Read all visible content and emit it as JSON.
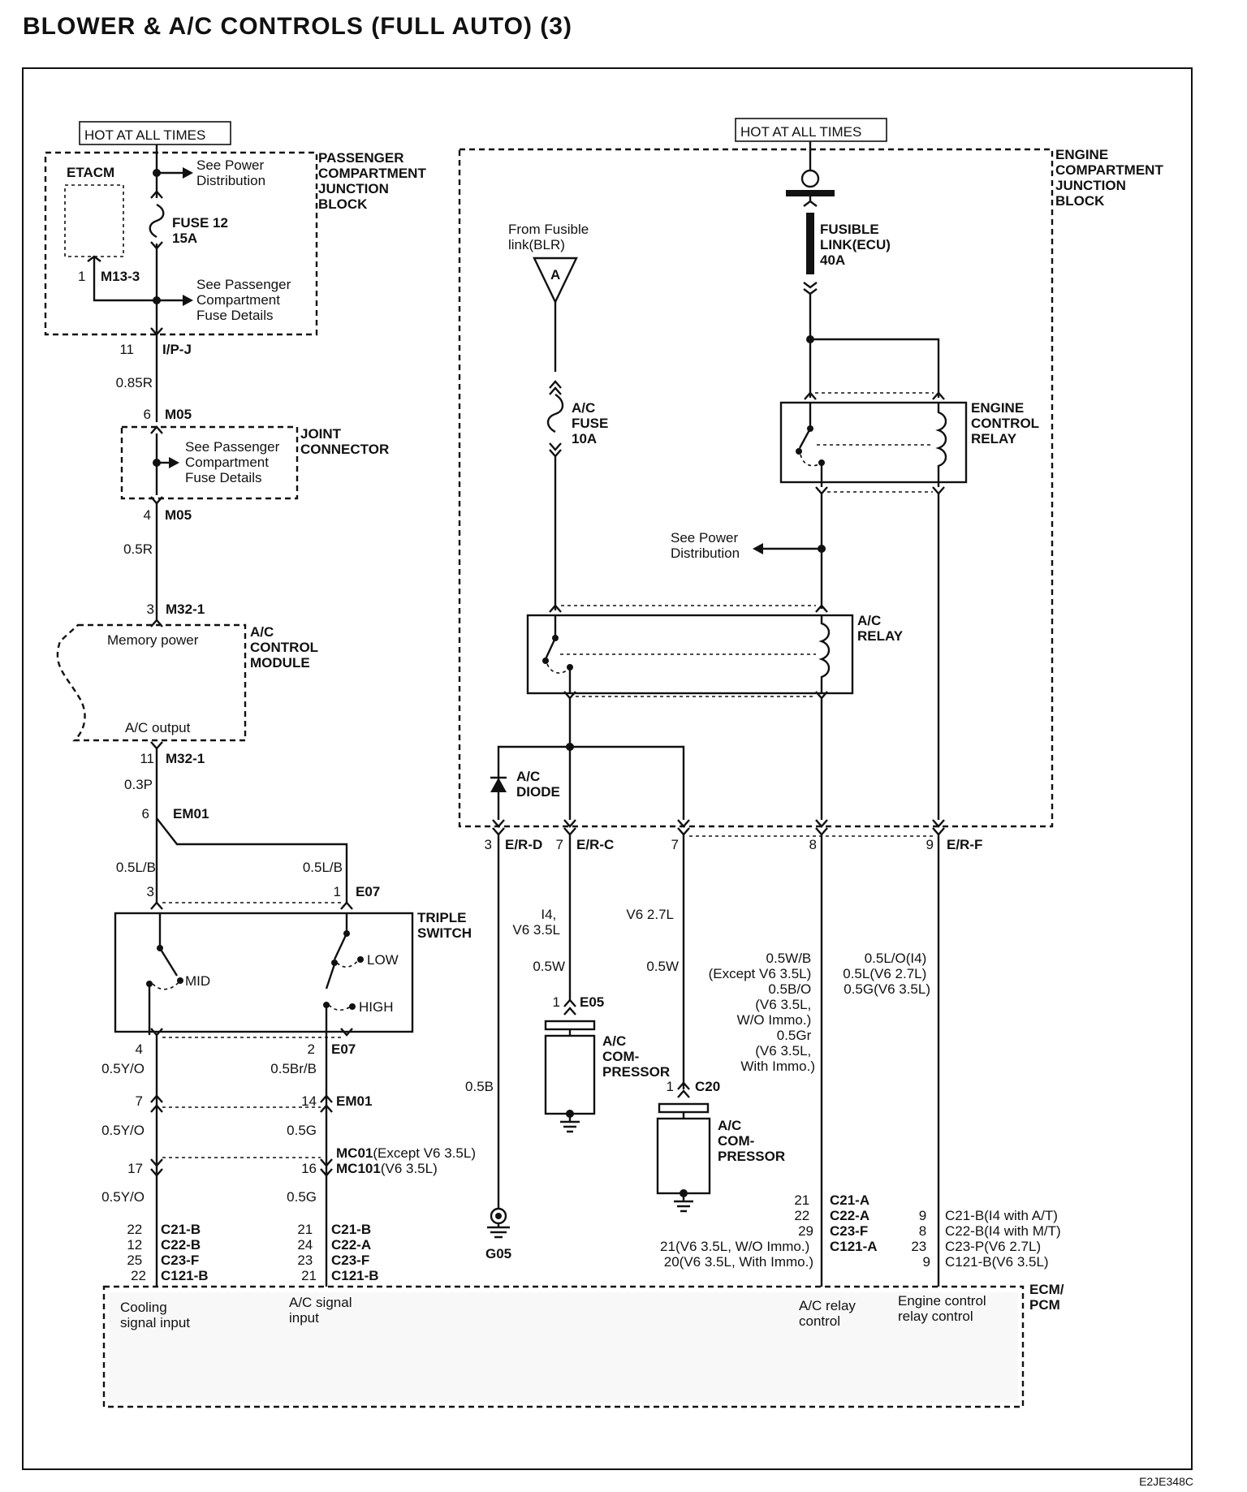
{
  "title": "BLOWER & A/C CONTROLS (FULL AUTO) (3)",
  "code": "E2JE348C",
  "hot_left": "HOT AT ALL TIMES",
  "hot_right": "HOT AT ALL TIMES",
  "pcjb": {
    "name": [
      "PASSENGER",
      "COMPARTMENT",
      "JUNCTION",
      "BLOCK"
    ],
    "etacm": "ETACM",
    "see_power": [
      "See Power",
      "Distribution"
    ],
    "fuse": [
      "FUSE 12",
      "15A"
    ],
    "m133_pin": "1",
    "m133": "M13-3",
    "see_pass": [
      "See Passenger",
      "Compartment",
      "Fuse Details"
    ],
    "ipj_pin": "11",
    "ipj": "I/P-J"
  },
  "left": {
    "w1": "0.85R",
    "m05a_pin": "6",
    "m05a": "M05",
    "joint": [
      "JOINT",
      "CONNECTOR"
    ],
    "joint_see": [
      "See Passenger",
      "Compartment",
      "Fuse Details"
    ],
    "m05b_pin": "4",
    "m05b": "M05",
    "w2": "0.5R",
    "m321a_pin": "3",
    "m321a": "M32-1",
    "acm": [
      "A/C",
      "CONTROL",
      "MODULE"
    ],
    "mem": "Memory power",
    "acout": "A/C output",
    "m321b_pin": "11",
    "m321b": "M32-1",
    "w3": "0.3P",
    "em01_pin": "6",
    "em01": "EM01",
    "w4a": "0.5L/B",
    "w4b": "0.5L/B",
    "ts_p3": "3",
    "ts_p1": "1",
    "e07a": "E07",
    "triple": [
      "TRIPLE",
      "SWITCH"
    ],
    "mid": "MID",
    "low": "LOW",
    "high": "HIGH",
    "ts_p4": "4",
    "ts_p2": "2",
    "e07b": "E07",
    "w5a": "0.5Y/O",
    "w5b": "0.5Br/B",
    "p7": "7",
    "p14": "14",
    "em01b": "EM01",
    "w6a": "0.5Y/O",
    "w6b": "0.5G",
    "mc01": "MC01",
    "mc01_note": "(Except V6 3.5L)",
    "p17": "17",
    "p16": "16",
    "mc101": "MC101",
    "mc101_note": "(V6 3.5L)",
    "w7a": "0.5Y/O",
    "w7b": "0.5G",
    "ecm_l_pins": [
      "22",
      "12",
      "25",
      "22"
    ],
    "ecm_l_conns": [
      "C21-B",
      "C22-B",
      "C23-F",
      "C121-B"
    ],
    "ecm_m_pins": [
      "21",
      "24",
      "23",
      "21"
    ],
    "ecm_m_conns": [
      "C21-B",
      "C22-A",
      "C23-F",
      "C121-B"
    ]
  },
  "engine": {
    "ecjb": [
      "ENGINE",
      "COMPARTMENT",
      "JUNCTION",
      "BLOCK"
    ],
    "from_fusible": [
      "From Fusible",
      "link(BLR)"
    ],
    "tri": "A",
    "fusible": [
      "FUSIBLE",
      "LINK(ECU)",
      "40A"
    ],
    "acfuse": [
      "A/C",
      "FUSE",
      "10A"
    ],
    "ecr": [
      "ENGINE",
      "CONTROL",
      "RELAY"
    ],
    "see_power": [
      "See Power",
      "Distribution"
    ],
    "acrelay": [
      "A/C",
      "RELAY"
    ],
    "acdiode": [
      "A/C",
      "DIODE"
    ],
    "p3": "3",
    "erd": "E/R-D",
    "p7a": "7",
    "erc": "E/R-C",
    "p7b": "7",
    "p8": "8",
    "p9": "9",
    "erf": "E/R-F"
  },
  "bottom": {
    "i4": [
      "I4,",
      "V6 3.5L"
    ],
    "v627": "V6 2.7L",
    "w05w_a": "0.5W",
    "w05w_b": "0.5W",
    "e05_pin": "1",
    "e05": "E05",
    "comp1": [
      "A/C",
      "COM-",
      "PRESSOR"
    ],
    "c20_pin": "1",
    "c20": "C20",
    "comp2": [
      "A/C",
      "COM-",
      "PRESSOR"
    ],
    "w05b": "0.5B",
    "g05": "G05",
    "w8": [
      "0.5W/B",
      "(Except V6 3.5L)",
      "0.5B/O",
      "(V6 3.5L,",
      "W/O Immo.)",
      "0.5Gr",
      "(V6 3.5L,",
      "With Immo.)"
    ],
    "w9": [
      "0.5L/O(I4)",
      "0.5L(V6 2.7L)",
      "0.5G(V6 3.5L)"
    ],
    "ecm8_pins": [
      "21",
      "22",
      "29"
    ],
    "ecm8_conns": [
      "C21-A",
      "C22-A",
      "C23-F"
    ],
    "c121a": "C121-A",
    "ecm8_extra": [
      "21(V6 3.5L, W/O Immo.)",
      "20(V6 3.5L, With Immo.)"
    ],
    "ecm9_pins": [
      "9",
      "8",
      "23",
      "9"
    ],
    "ecm9_conns": [
      "C21-B(I4 with A/T)",
      "C22-B(I4 with M/T)",
      "C23-P(V6 2.7L)",
      "C121-B(V6 3.5L)"
    ],
    "ecm": [
      "ECM/",
      "PCM"
    ],
    "cooling": [
      "Cooling",
      "signal input"
    ],
    "acsig": [
      "A/C signal",
      "input"
    ],
    "acrelayctl": [
      "A/C relay",
      "control"
    ],
    "ecrctl": [
      "Engine control",
      "relay control"
    ]
  }
}
